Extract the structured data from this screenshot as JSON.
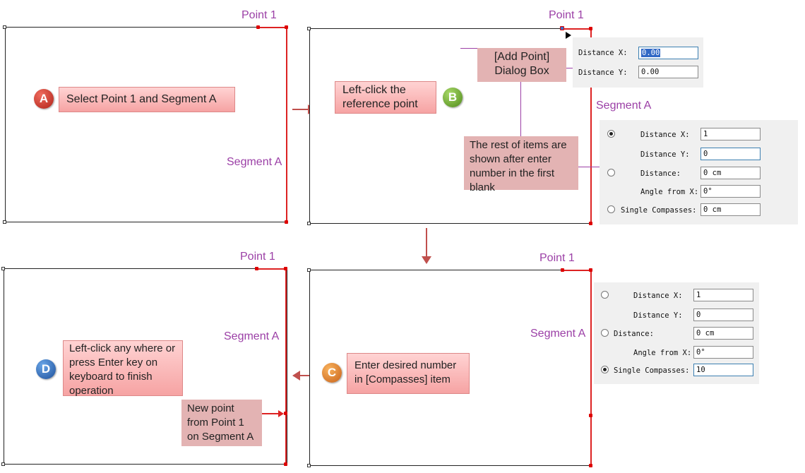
{
  "labels": {
    "point1": "Point 1",
    "segment_a": "Segment A"
  },
  "steps": {
    "a": {
      "badge": "A",
      "text": "Select Point 1 and Segment A",
      "color": "#c0392b"
    },
    "b": {
      "badge": "B",
      "text": "Left-click the reference point",
      "color": "#6aa121"
    },
    "c": {
      "badge": "C",
      "text": "Enter desired number in [Compasses] item",
      "color": "#e67e22"
    },
    "d": {
      "badge": "D",
      "text": "Left-click any where or press Enter key on keyboard to finish operation",
      "color": "#2e74c0"
    }
  },
  "notes": {
    "add_point_dialog": "[Add Point] Dialog Box",
    "rest_of_items": "The rest of items are shown after enter number in the first blank",
    "new_point": "New point from Point 1 on Segment A"
  },
  "dialog_small": {
    "distance_x_label": "Distance X:",
    "distance_x_value": "0.00",
    "distance_y_label": "Distance Y:",
    "distance_y_value": "0.00"
  },
  "dialog_full_b": {
    "distance_x_label": "Distance X:",
    "distance_x_value": "1",
    "distance_y_label": "Distance Y:",
    "distance_y_value": "0",
    "distance_label": "Distance:",
    "distance_value": "0 cm",
    "angle_label": "Angle from X:",
    "angle_value": "0°",
    "compasses_label": "Single Compasses:",
    "compasses_value": "0 cm",
    "selected": "distance_xy"
  },
  "dialog_full_c": {
    "distance_x_label": "Distance X:",
    "distance_x_value": "1",
    "distance_y_label": "Distance Y:",
    "distance_y_value": "0",
    "distance_label": "Distance:",
    "distance_value": "0 cm",
    "angle_label": "Angle from X:",
    "angle_value": "0°",
    "compasses_label": "Single Compasses:",
    "compasses_value": "10",
    "selected": "single_compasses"
  },
  "colors": {
    "accent_purple": "#9b3fa6",
    "segment_red": "#dd2222",
    "callout_pink": "#f6a3a3",
    "arrow": "#c0504d"
  }
}
